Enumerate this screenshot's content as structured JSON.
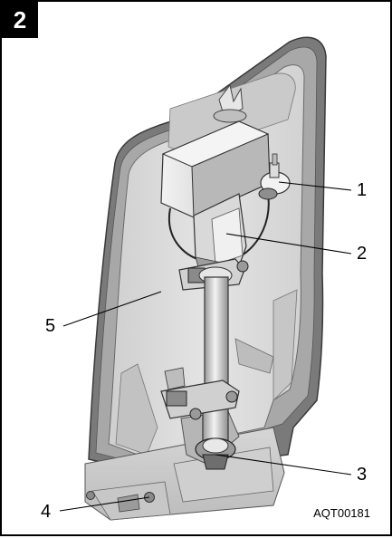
{
  "figure": {
    "number": "2",
    "code": "AQT00181"
  },
  "callouts": [
    {
      "id": "1",
      "text": "1"
    },
    {
      "id": "2",
      "text": "2"
    },
    {
      "id": "3",
      "text": "3"
    },
    {
      "id": "4",
      "text": "4"
    },
    {
      "id": "5",
      "text": "5"
    }
  ],
  "colors": {
    "frame": "#000000",
    "panel_edge": "#6f6f6f",
    "panel_face": "#d9d9d9",
    "part_light": "#e6e6e6",
    "part_shadow": "#8a8a8a"
  }
}
